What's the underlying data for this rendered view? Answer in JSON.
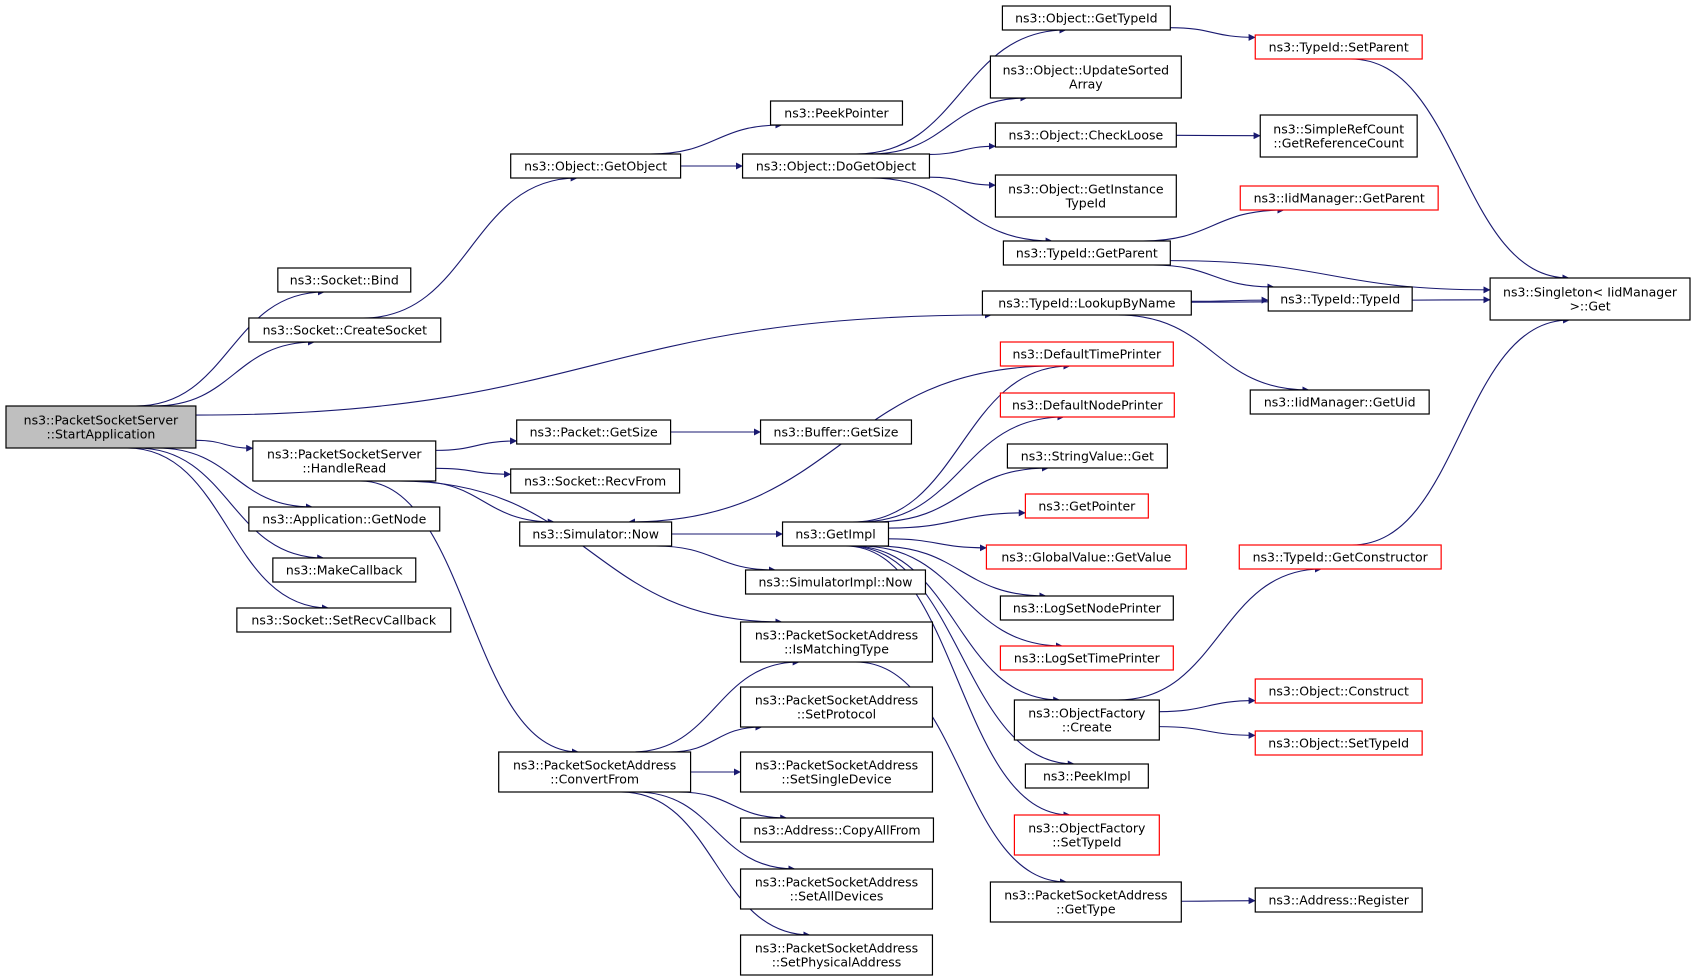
{
  "colors": {
    "edge": "#191970",
    "node_border": "#000000",
    "node_border_truncated": "#ff0000",
    "node_fill": "#ffffff",
    "root_fill": "#bfbfbf"
  },
  "nodes": [
    {
      "id": "root",
      "lines": [
        "ns3::PacketSocketServer",
        "::StartApplication"
      ],
      "style": "root"
    },
    {
      "id": "bind",
      "lines": [
        "ns3::Socket::Bind"
      ],
      "style": "normal"
    },
    {
      "id": "createsocket",
      "lines": [
        "ns3::Socket::CreateSocket"
      ],
      "style": "normal"
    },
    {
      "id": "handleread",
      "lines": [
        "ns3::PacketSocketServer",
        "::HandleRead"
      ],
      "style": "normal"
    },
    {
      "id": "getnode",
      "lines": [
        "ns3::Application::GetNode"
      ],
      "style": "normal"
    },
    {
      "id": "makecallback",
      "lines": [
        "ns3::MakeCallback"
      ],
      "style": "normal"
    },
    {
      "id": "setrecvcallback",
      "lines": [
        "ns3::Socket::SetRecvCallback"
      ],
      "style": "normal"
    },
    {
      "id": "getobject",
      "lines": [
        "ns3::Object::GetObject"
      ],
      "style": "normal"
    },
    {
      "id": "peekpointer",
      "lines": [
        "ns3::PeekPointer"
      ],
      "style": "normal"
    },
    {
      "id": "dogetobject",
      "lines": [
        "ns3::Object::DoGetObject"
      ],
      "style": "normal"
    },
    {
      "id": "gettypeid",
      "lines": [
        "ns3::Object::GetTypeId"
      ],
      "style": "normal"
    },
    {
      "id": "updatesorted",
      "lines": [
        "ns3::Object::UpdateSorted",
        "Array"
      ],
      "style": "normal"
    },
    {
      "id": "checkloose",
      "lines": [
        "ns3::Object::CheckLoose"
      ],
      "style": "normal"
    },
    {
      "id": "getinstance",
      "lines": [
        "ns3::Object::GetInstance",
        "TypeId"
      ],
      "style": "normal"
    },
    {
      "id": "typeidgetparent",
      "lines": [
        "ns3::TypeId::GetParent"
      ],
      "style": "normal"
    },
    {
      "id": "setparent",
      "lines": [
        "ns3::TypeId::SetParent"
      ],
      "style": "truncated"
    },
    {
      "id": "simplerefcount",
      "lines": [
        "ns3::SimpleRefCount",
        "::GetReferenceCount"
      ],
      "style": "normal"
    },
    {
      "id": "iidgetparent",
      "lines": [
        "ns3::IidManager::GetParent"
      ],
      "style": "truncated"
    },
    {
      "id": "typeidtypeid",
      "lines": [
        "ns3::TypeId::TypeId"
      ],
      "style": "normal"
    },
    {
      "id": "singleton",
      "lines": [
        "ns3::Singleton< IidManager",
        ">::Get"
      ],
      "style": "normal"
    },
    {
      "id": "lookupbyname",
      "lines": [
        "ns3::TypeId::LookupByName"
      ],
      "style": "normal"
    },
    {
      "id": "getuid",
      "lines": [
        "ns3::IidManager::GetUid"
      ],
      "style": "normal"
    },
    {
      "id": "packetgetsize",
      "lines": [
        "ns3::Packet::GetSize"
      ],
      "style": "normal"
    },
    {
      "id": "buffergetsize",
      "lines": [
        "ns3::Buffer::GetSize"
      ],
      "style": "normal"
    },
    {
      "id": "recvfrom",
      "lines": [
        "ns3::Socket::RecvFrom"
      ],
      "style": "normal"
    },
    {
      "id": "simnow",
      "lines": [
        "ns3::Simulator::Now"
      ],
      "style": "normal"
    },
    {
      "id": "getimpl",
      "lines": [
        "ns3::GetImpl"
      ],
      "style": "normal"
    },
    {
      "id": "simimplnow",
      "lines": [
        "ns3::SimulatorImpl::Now"
      ],
      "style": "normal"
    },
    {
      "id": "deftimeprinter",
      "lines": [
        "ns3::DefaultTimePrinter"
      ],
      "style": "truncated"
    },
    {
      "id": "defnodeprinter",
      "lines": [
        "ns3::DefaultNodePrinter"
      ],
      "style": "truncated"
    },
    {
      "id": "stringvalueget",
      "lines": [
        "ns3::StringValue::Get"
      ],
      "style": "normal"
    },
    {
      "id": "getpointer",
      "lines": [
        "ns3::GetPointer"
      ],
      "style": "truncated"
    },
    {
      "id": "globalvalue",
      "lines": [
        "ns3::GlobalValue::GetValue"
      ],
      "style": "truncated"
    },
    {
      "id": "logsetnode",
      "lines": [
        "ns3::LogSetNodePrinter"
      ],
      "style": "normal"
    },
    {
      "id": "logsettime",
      "lines": [
        "ns3::LogSetTimePrinter"
      ],
      "style": "truncated"
    },
    {
      "id": "ofcreate",
      "lines": [
        "ns3::ObjectFactory",
        "::Create"
      ],
      "style": "normal"
    },
    {
      "id": "peekimpl",
      "lines": [
        "ns3::PeekImpl"
      ],
      "style": "normal"
    },
    {
      "id": "ofsettypeid",
      "lines": [
        "ns3::ObjectFactory",
        "::SetTypeId"
      ],
      "style": "truncated"
    },
    {
      "id": "getconstructor",
      "lines": [
        "ns3::TypeId::GetConstructor"
      ],
      "style": "truncated"
    },
    {
      "id": "objconstruct",
      "lines": [
        "ns3::Object::Construct"
      ],
      "style": "truncated"
    },
    {
      "id": "objsettypeid",
      "lines": [
        "ns3::Object::SetTypeId"
      ],
      "style": "truncated"
    },
    {
      "id": "ismatchingtype",
      "lines": [
        "ns3::PacketSocketAddress",
        "::IsMatchingType"
      ],
      "style": "normal"
    },
    {
      "id": "setprotocol",
      "lines": [
        "ns3::PacketSocketAddress",
        "::SetProtocol"
      ],
      "style": "normal"
    },
    {
      "id": "convertfrom",
      "lines": [
        "ns3::PacketSocketAddress",
        "::ConvertFrom"
      ],
      "style": "normal"
    },
    {
      "id": "setsingledevice",
      "lines": [
        "ns3::PacketSocketAddress",
        "::SetSingleDevice"
      ],
      "style": "normal"
    },
    {
      "id": "copyallfrom",
      "lines": [
        "ns3::Address::CopyAllFrom"
      ],
      "style": "normal"
    },
    {
      "id": "setalldevices",
      "lines": [
        "ns3::PacketSocketAddress",
        "::SetAllDevices"
      ],
      "style": "normal"
    },
    {
      "id": "setphysical",
      "lines": [
        "ns3::PacketSocketAddress",
        "::SetPhysicalAddress"
      ],
      "style": "normal"
    },
    {
      "id": "psagettype",
      "lines": [
        "ns3::PacketSocketAddress",
        "::GetType"
      ],
      "style": "normal"
    },
    {
      "id": "addrregister",
      "lines": [
        "ns3::Address::Register"
      ],
      "style": "normal"
    }
  ],
  "edges": [
    [
      "root",
      "bind"
    ],
    [
      "root",
      "createsocket"
    ],
    [
      "root",
      "lookupbyname"
    ],
    [
      "root",
      "handleread"
    ],
    [
      "root",
      "getnode"
    ],
    [
      "root",
      "makecallback"
    ],
    [
      "root",
      "setrecvcallback"
    ],
    [
      "createsocket",
      "getobject"
    ],
    [
      "getobject",
      "peekpointer"
    ],
    [
      "getobject",
      "dogetobject"
    ],
    [
      "dogetobject",
      "gettypeid"
    ],
    [
      "dogetobject",
      "updatesorted"
    ],
    [
      "dogetobject",
      "checkloose"
    ],
    [
      "dogetobject",
      "getinstance"
    ],
    [
      "dogetobject",
      "typeidgetparent"
    ],
    [
      "gettypeid",
      "setparent"
    ],
    [
      "setparent",
      "singleton"
    ],
    [
      "checkloose",
      "simplerefcount"
    ],
    [
      "typeidgetparent",
      "iidgetparent"
    ],
    [
      "typeidgetparent",
      "singleton"
    ],
    [
      "typeidgetparent",
      "typeidtypeid"
    ],
    [
      "lookupbyname",
      "typeidtypeid"
    ],
    [
      "lookupbyname",
      "singleton"
    ],
    [
      "lookupbyname",
      "getuid"
    ],
    [
      "handleread",
      "packetgetsize"
    ],
    [
      "handleread",
      "recvfrom"
    ],
    [
      "handleread",
      "simnow"
    ],
    [
      "handleread",
      "ismatchingtype"
    ],
    [
      "handleread",
      "convertfrom"
    ],
    [
      "packetgetsize",
      "buffergetsize"
    ],
    [
      "simnow",
      "getimpl"
    ],
    [
      "simnow",
      "simimplnow"
    ],
    [
      "getimpl",
      "deftimeprinter"
    ],
    [
      "getimpl",
      "defnodeprinter"
    ],
    [
      "getimpl",
      "stringvalueget"
    ],
    [
      "getimpl",
      "getpointer"
    ],
    [
      "getimpl",
      "globalvalue"
    ],
    [
      "getimpl",
      "logsetnode"
    ],
    [
      "getimpl",
      "logsettime"
    ],
    [
      "getimpl",
      "ofcreate"
    ],
    [
      "getimpl",
      "peekimpl"
    ],
    [
      "getimpl",
      "ofsettypeid"
    ],
    [
      "deftimeprinter",
      "simnow"
    ],
    [
      "ofcreate",
      "getconstructor"
    ],
    [
      "ofcreate",
      "objconstruct"
    ],
    [
      "ofcreate",
      "objsettypeid"
    ],
    [
      "getconstructor",
      "singleton"
    ],
    [
      "convertfrom",
      "ismatchingtype"
    ],
    [
      "convertfrom",
      "setprotocol"
    ],
    [
      "convertfrom",
      "setsingledevice"
    ],
    [
      "convertfrom",
      "copyallfrom"
    ],
    [
      "convertfrom",
      "setalldevices"
    ],
    [
      "convertfrom",
      "setphysical"
    ],
    [
      "ismatchingtype",
      "psagettype"
    ],
    [
      "psagettype",
      "addrregister"
    ]
  ]
}
